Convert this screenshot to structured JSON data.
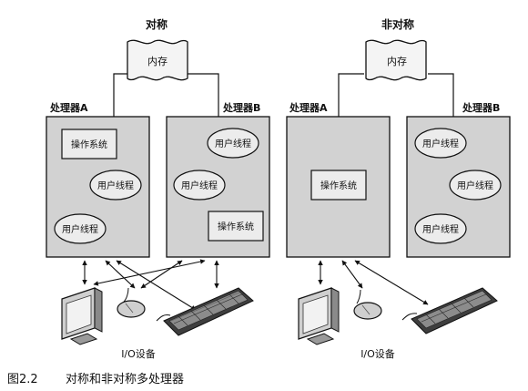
{
  "diagrams": [
    {
      "title": "对称",
      "memory": "内存",
      "processors": [
        {
          "label": "处理器A",
          "items": [
            "操作系统",
            "用户线程",
            "用户线程"
          ]
        },
        {
          "label": "处理器B",
          "items": [
            "用户线程",
            "用户线程",
            "操作系统"
          ]
        }
      ],
      "io": "I/O设备"
    },
    {
      "title": "非对称",
      "memory": "内存",
      "processors": [
        {
          "label": "处理器A",
          "items": [
            "操作系统"
          ]
        },
        {
          "label": "处理器B",
          "items": [
            "用户线程",
            "用户线程",
            "用户线程"
          ]
        }
      ],
      "io": "I/O设备"
    }
  ],
  "caption": {
    "figure": "图2.2",
    "text": "对称和非对称多处理器"
  },
  "colors": {
    "processor_fill": "#d2d2d2",
    "box_fill": "#ececec",
    "stroke": "#111111"
  }
}
